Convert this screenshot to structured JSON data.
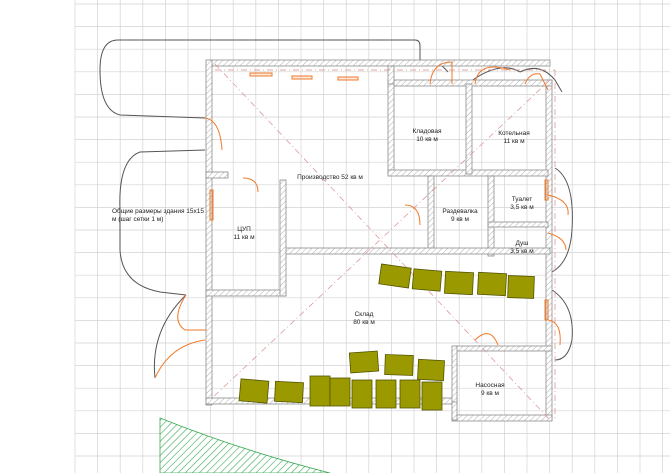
{
  "note": {
    "line1": "Общие размеры здания 15х15",
    "line2": "м (шаг сетки 1 м)"
  },
  "rooms": {
    "kladovaya": {
      "name": "Кладовая",
      "area": "10 кв м"
    },
    "kotelnaya": {
      "name": "Котельная",
      "area": "11 кв м"
    },
    "proizvodstvo": {
      "name": "Производство 52 кв м"
    },
    "tualet": {
      "name": "Туалет",
      "area": "3,5 кв м"
    },
    "razdevalka": {
      "name": "Раздевалка",
      "area": "9 кв м"
    },
    "cup": {
      "name": "ЦУП",
      "area": "11 кв м"
    },
    "dush": {
      "name": "Душ",
      "area": "3,5 кв м"
    },
    "sklad": {
      "name": "Склад",
      "area": "80 кв м"
    },
    "nasosnaya": {
      "name": "Насосная",
      "area": "9 кв м"
    }
  },
  "colors": {
    "grid": "#d3d3d3",
    "wall": "#8c8c8c",
    "door": "#f07a2a",
    "pallet": "#9a9a00",
    "diagonal": "#d88c8c",
    "hatch": "#3aaa55"
  }
}
